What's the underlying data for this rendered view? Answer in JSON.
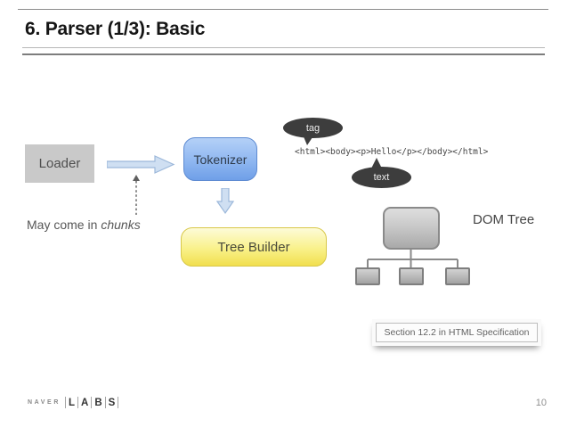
{
  "header": {
    "title": "6. Parser (1/3): Basic"
  },
  "diagram": {
    "loader_label": "Loader",
    "tokenizer_label": "Tokenizer",
    "tree_builder_label": "Tree Builder",
    "chunks_note_prefix": "May come in",
    "chunks_note_italic": "chunks",
    "tag_bubble_label": "tag",
    "text_bubble_label": "text",
    "code_line": "<html><body><p>Hello</p></body></html>",
    "dom_tree_label": "DOM Tree",
    "spec_note": "Section 12.2 in HTML Specification"
  },
  "footer": {
    "brand_naver": "NAVER",
    "brand_labs_letters": [
      "L",
      "A",
      "B",
      "S"
    ],
    "page_number": "10"
  },
  "colors": {
    "tokenizer_blue_top": "#b4d0f7",
    "tokenizer_blue_bottom": "#6f9fe8",
    "tree_builder_yellow_top": "#fdfbd8",
    "tree_builder_yellow_bottom": "#f1df4e",
    "loader_gray": "#c9c9c9",
    "bubble_dark": "#3d3d3d",
    "arrow_fill": "#cfdff2",
    "arrow_stroke": "#9cb8da",
    "dom_node_gray": "#c9c9c9"
  }
}
